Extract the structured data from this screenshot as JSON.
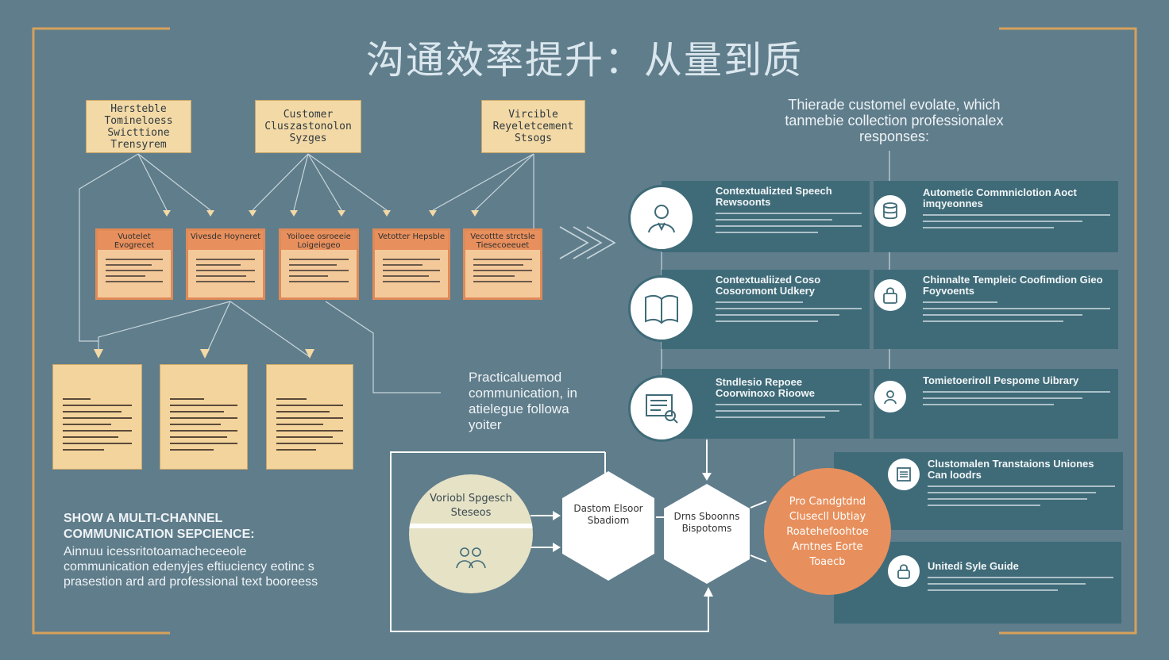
{
  "title": "沟通效率提升：从量到质",
  "top_boxes": [
    {
      "text": "Hersteble Tomineloess Swicttione Trensyrem"
    },
    {
      "text": "Customer Cluszastonolon Syzges"
    },
    {
      "text": "Vircible Reyeletcement Stsogs"
    }
  ],
  "orange_boxes": [
    {
      "label": "Vuotelet Evogrecet"
    },
    {
      "label": "Vivesde Hoyneret"
    },
    {
      "label": "Yoiloee osroeeie Loigeiegeo"
    },
    {
      "label": "Vetotter Hepsble"
    },
    {
      "label": "Vecottte strctsle Tiesecoeeuet"
    }
  ],
  "practical_note": "Practicaluemod communication, in atielegue followa yoiter",
  "right_note": "Thierade customel evolate, which tanmebie collection professionalex responses:",
  "left_bottom": {
    "heading": "SHOW A MULTI-CHANNEL COMMUNICATION SEPCIENCE:",
    "body": "Ainnuu icessritotoamacheceeole communication edenyjes eftiuciency eotinc s prasestion ard ard professional text booreess"
  },
  "panels_left": [
    {
      "title": "Contextualizted Speech Rewsoonts"
    },
    {
      "title": "Contextualiized Coso Cosoromont Udkery"
    },
    {
      "title": "Stndlesio Repoee Coorwinoxo Rioowe"
    }
  ],
  "panels_right": [
    {
      "title": "Autometic Commniclotion Aoct imqyeonnes"
    },
    {
      "title": "Chinnalte Templeic Coofimdion Gieo Foyvoents"
    },
    {
      "title": "Tomietoeriroll Pespome Uibrary"
    },
    {
      "title": "Clustomalen Transtaions Uniones Can loodrs"
    },
    {
      "title": "Unitedi Syle Guide"
    }
  ],
  "flow": {
    "circle_text": "Voriobl Spgesch Steseos",
    "hex1": "Dastom Elsoor Sbadiom",
    "hex2": "Drns Sboonns Bispotoms",
    "orange_circle": "Pro Candgtdnd Clusecll Ubtiay Roatehefoohtoe Arntnes Eorte Toaecb"
  },
  "icons": [
    "person-icon",
    "book-icon",
    "document-search-icon",
    "database-icon",
    "lock-icon",
    "user-circle-icon",
    "list-icon",
    "shield-lock-icon",
    "people-icon"
  ],
  "colors": {
    "background": "#607d8b",
    "panel": "#3f6b78",
    "orange": "#e8905d",
    "cream": "#f3d9a6",
    "gold": "#d6a15b"
  }
}
